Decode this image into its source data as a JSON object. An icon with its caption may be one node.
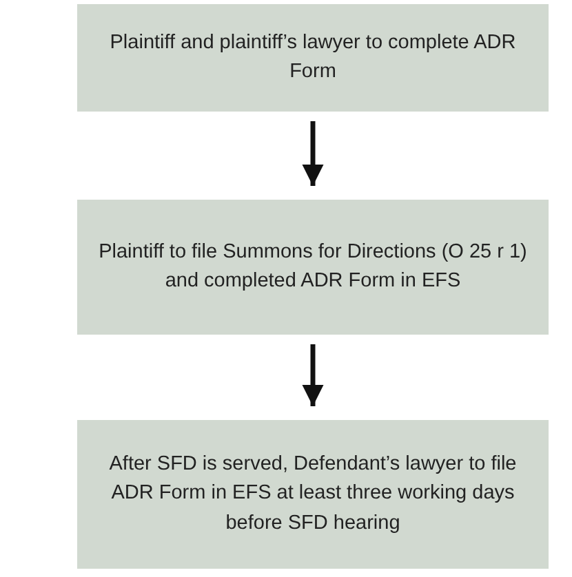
{
  "diagram": {
    "nodes": [
      {
        "text": [
          "Plaintiff and plaintiff’s lawyer to complete ADR Form"
        ]
      },
      {
        "text": [
          "Plaintiff to file Summons for Directions (O 25 r 1) and completed ADR Form in EFS"
        ]
      },
      {
        "text": [
          "After SFD is served, Defendant’s lawyer to file ADR Form in EFS at least three working days before SFD hearing"
        ]
      }
    ],
    "edges": [
      {
        "from": 0,
        "to": 1,
        "arrow": "to"
      },
      {
        "from": 1,
        "to": 2,
        "arrow": "to"
      }
    ]
  }
}
